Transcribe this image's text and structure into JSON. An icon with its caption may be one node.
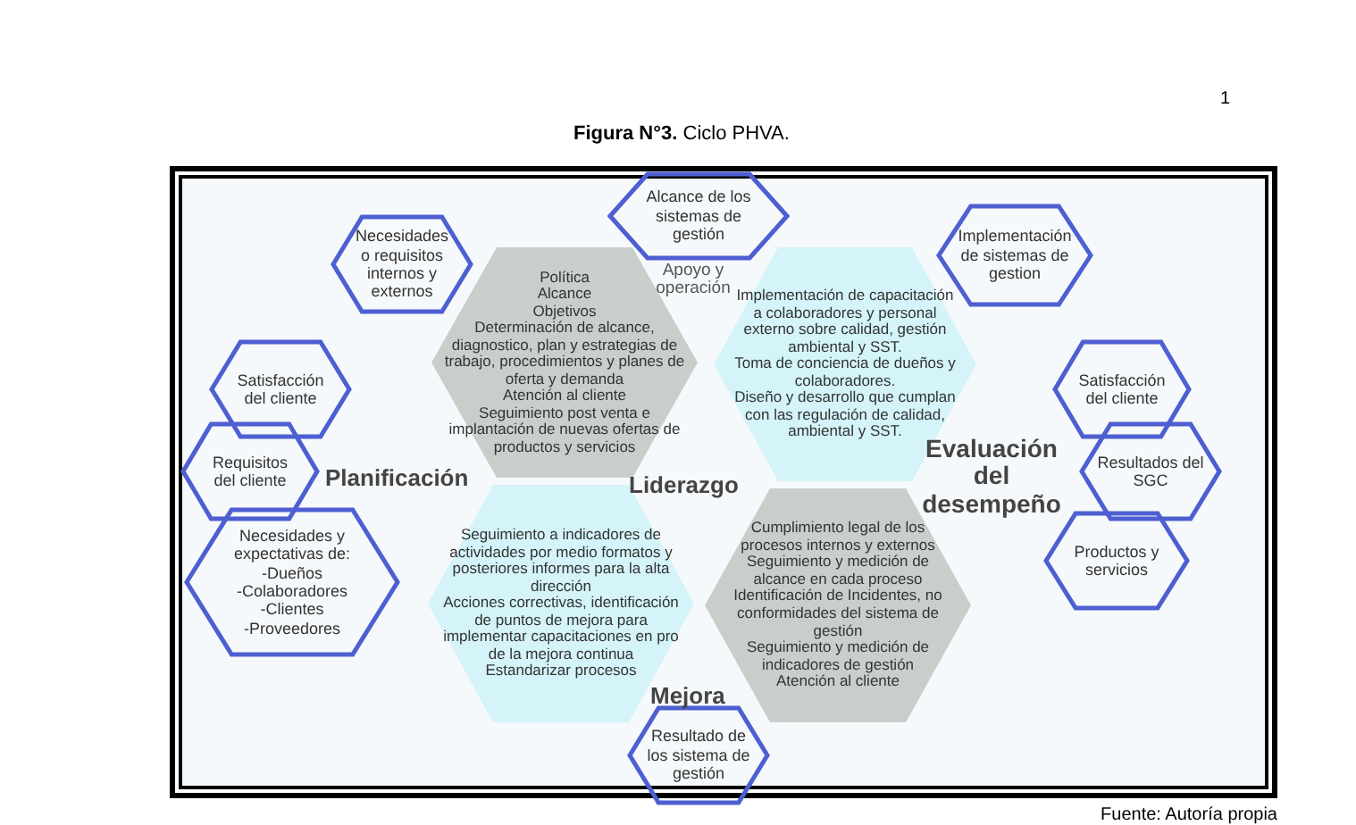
{
  "diagram": {
    "title": "**Figura N°3.** Ciclo PHVA.",
    "caption": "Fuente: Autoría propia",
    "nodes": [
      {
        "text": [
          "Alcance de los sistemas de gestión"
        ]
      },
      {
        "text": [
          "Necesidades o requisitos internos y externos"
        ]
      },
      {
        "text": [
          "Política",
          "Alcance",
          "Objetivos",
          "Determinación de alcance, diagnostico, plan y estrategias de trabajo, procedimientos y planes de oferta y demanda",
          "Atención al cliente",
          "Seguimiento post venta e implantación de nuevas ofertas de productos y servicios"
        ]
      },
      {
        "text": [
          "Implementación de capacitación a colaboradores y personal externo sobre calidad, gestión ambiental y SST.",
          "Toma de conciencia de dueños y colaboradores.",
          "Diseño  y desarrollo que cumplan con las regulación de calidad, ambiental y SST."
        ]
      },
      {
        "text": [
          "Implementación de sistemas de gestion"
        ]
      },
      {
        "text": [
          "Satisfacción del cliente"
        ]
      },
      {
        "text": [
          "Requisitos del cliente"
        ]
      },
      {
        "text": [
          "Necesidades y expectativas de:",
          "-Dueños",
          "-Colaboradores",
          "-Clientes",
          "-Proveedores"
        ]
      },
      {
        "text": [
          "Seguimiento a indicadores de actividades por medio formatos y posteriores informes para la alta dirección",
          "Acciones correctivas, identificación de puntos de mejora para implementar capacitaciones en pro de la mejora continua",
          "Estandarizar procesos"
        ]
      },
      {
        "text": [
          "Cumplimiento legal de los procesos internos y externos",
          "Seguimiento y medición de alcance en cada proceso",
          "Identificación de Incidentes, no conformidades del sistema de gestión",
          "Seguimiento y medición de indicadores de gestión",
          "Atención al cliente"
        ]
      },
      {
        "text": [
          "Resultado de los sistema de gestión"
        ]
      },
      {
        "text": [
          "Satisfacción del cliente"
        ]
      },
      {
        "text": [
          "Resultados del SGC"
        ]
      },
      {
        "text": [
          "Productos y servicios"
        ]
      }
    ],
    "edges": [],
    "labels": [
      "1",
      "Apoyo y operación",
      "Planificación",
      "Liderazgo",
      "Evaluación del desempeño",
      "Mejora"
    ]
  }
}
